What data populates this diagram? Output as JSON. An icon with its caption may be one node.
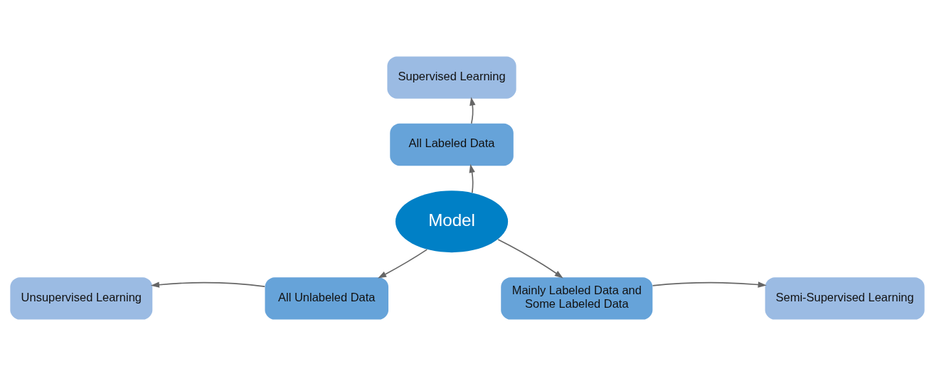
{
  "diagram": {
    "nodes": [
      {
        "text": [
          "Supervised Learning"
        ]
      },
      {
        "text": [
          "All Labeled Data"
        ]
      },
      {
        "text": [
          "Model"
        ]
      },
      {
        "text": [
          "Unsupervised Learning"
        ]
      },
      {
        "text": [
          "All Unlabeled Data"
        ]
      },
      {
        "text": [
          "Mainly Labeled Data and Some Labeled Data"
        ]
      },
      {
        "text": [
          "Semi-Supervised Learning"
        ]
      }
    ],
    "edges": [
      {
        "from": 2,
        "to": 1,
        "arrow": "to"
      },
      {
        "from": 1,
        "to": 0,
        "arrow": "to"
      },
      {
        "from": 2,
        "to": 4,
        "arrow": "to"
      },
      {
        "from": 2,
        "to": 5,
        "arrow": "to"
      },
      {
        "from": 4,
        "to": 3,
        "arrow": "to"
      },
      {
        "from": 5,
        "to": 6,
        "arrow": "to"
      }
    ]
  }
}
